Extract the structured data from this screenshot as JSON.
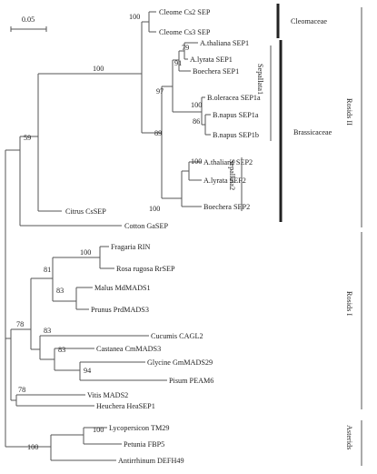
{
  "scale": {
    "label": "0.05"
  },
  "leaves": {
    "cleome_cs2": "Cleome Cs2 SEP",
    "cleome_cs3": "Cleome Cs3 SEP",
    "ath_sep1": "A.thaliana SEP1",
    "aly_sep1": "A.lyrata SEP1",
    "boe_sep1": "Boechera SEP1",
    "bol_sep1a": "B.oleracea SEP1a",
    "bna_sep1a": "B.napus SEP1a",
    "bna_sep1b": "B.napus SEP1b",
    "ath_sep2": "A.thaliana SEP2",
    "aly_sep2": "A.lyrata SEP2",
    "boe_sep2": "Boechera SEP2",
    "citrus": "Citrus CsSEP",
    "cotton": "Cotton GaSEP",
    "fragaria": "Fragaria RIN",
    "rosa": "Rosa rugosa RrSEP",
    "malus": "Malus MdMADS1",
    "prunus": "Prunus PrdMADS3",
    "cucumis": "Cucumis CAGL2",
    "castanea": "Castanea CmMADS3",
    "glycine": "Glycine GmMADS29",
    "pisum": "Pisum PEAM6",
    "vitis": "Vitis MADS2",
    "heuchera": "Heuchera HeaSEP1",
    "lyco": "Lycopersicon TM29",
    "petunia": "Petunia FBP5",
    "antirrhinum": "Antirrhinum DEFH49"
  },
  "bootstraps": {
    "cleome": "100",
    "ath_aly_sep1": "79",
    "sep1_core": "91",
    "brassica_sep1": "100",
    "bnapus": "86",
    "sepallata1": "97",
    "sep2_pair": "100",
    "sepallata2": "100",
    "brassicaceae": "89",
    "cleo_brass": "100",
    "citrus_node": "59",
    "fragaria_rosa": "100",
    "rosaceae": "81",
    "malus_prunus": "83",
    "rosids1": "78",
    "cucumis_node": "83",
    "castanea_node": "83",
    "glycine_pisum": "94",
    "vitis_heuchera": "78",
    "lyco_petunia": "100",
    "asterids": "100"
  },
  "groups": {
    "cleomaceae": "Cleomaceae",
    "brassicaceae": "Brassicaceae",
    "sepallata1": "Sepallata1",
    "sepallata2": "Sepallata2",
    "rosids2": "Rosids II",
    "rosids1": "Rosids I",
    "asterids": "Asterids"
  }
}
